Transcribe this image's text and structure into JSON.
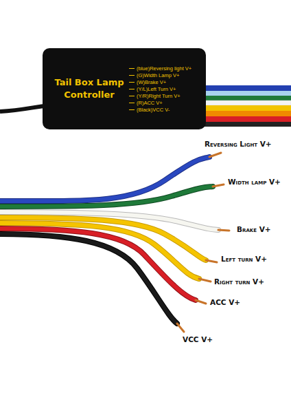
{
  "diagram": {
    "nodes": [
      {
        "text": [
          "Tail Box Lamp Controller",
          "(blue)Reversing light V+",
          "(G)Width Lamp V+",
          "(W)Brake V+",
          "(Y/L)Left Turn V+",
          "(Y/R)Right Turn V+",
          "(R)ACC V+",
          "(Black)VCC V-"
        ]
      }
    ],
    "labels": [
      "Reversing Light V+",
      "Width lamp V+",
      "Brake V+",
      "Left turn V+",
      "Right turn V+",
      "ACC V+",
      "VCC V+"
    ]
  }
}
